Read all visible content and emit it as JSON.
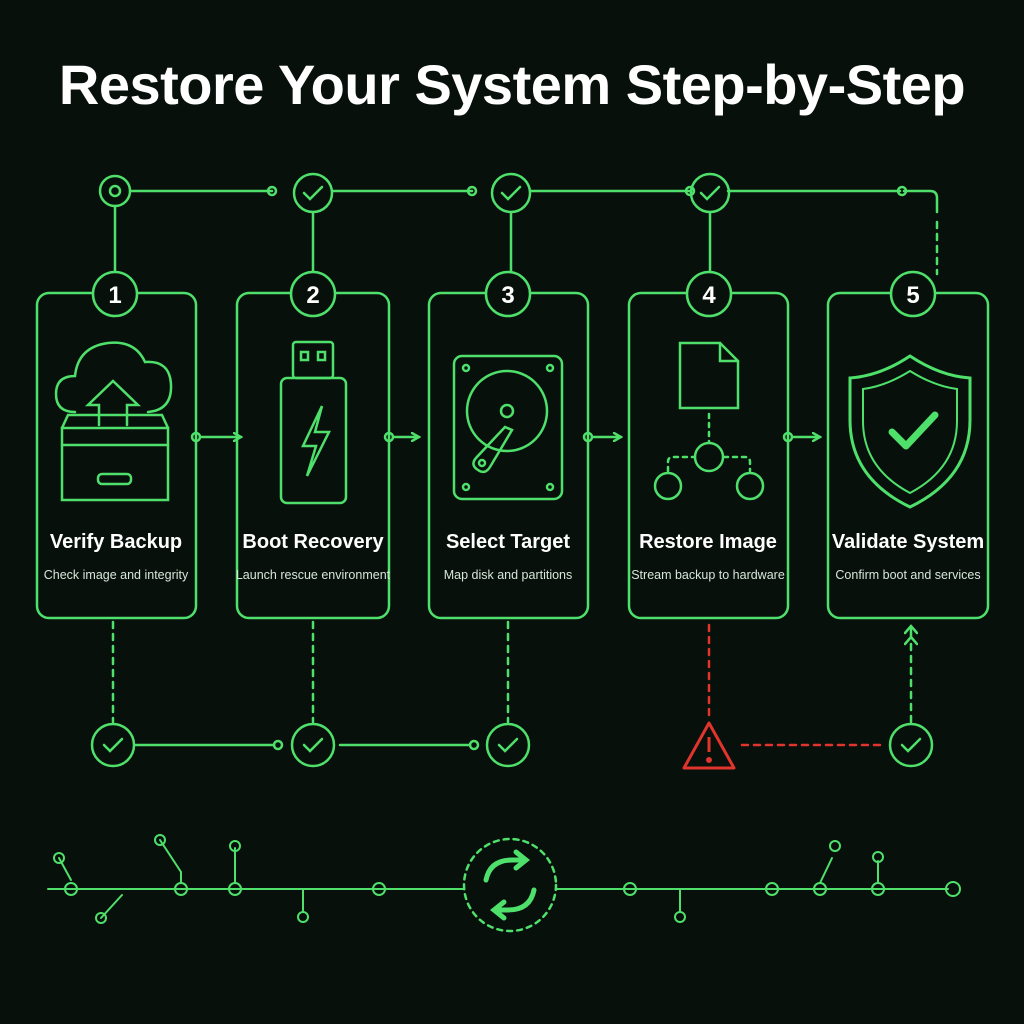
{
  "title": "Restore Your System Step-by-Step",
  "colors": {
    "accent": "#4ee06a",
    "warning": "#e0342c",
    "background": "#08100c"
  },
  "steps": [
    {
      "number": "1",
      "title": "Verify Backup",
      "desc": "Check image and integrity",
      "icon": "cloud-upload-box-icon"
    },
    {
      "number": "2",
      "title": "Boot Recovery",
      "desc": "Launch rescue environment",
      "icon": "usb-drive-icon"
    },
    {
      "number": "3",
      "title": "Select Target",
      "desc": "Map disk and partitions",
      "icon": "hard-disk-icon"
    },
    {
      "number": "4",
      "title": "Restore Image",
      "desc": "Stream backup to hardware",
      "icon": "file-tree-icon"
    },
    {
      "number": "5",
      "title": "Validate System",
      "desc": "Confirm boot and services",
      "icon": "shield-check-icon"
    }
  ]
}
